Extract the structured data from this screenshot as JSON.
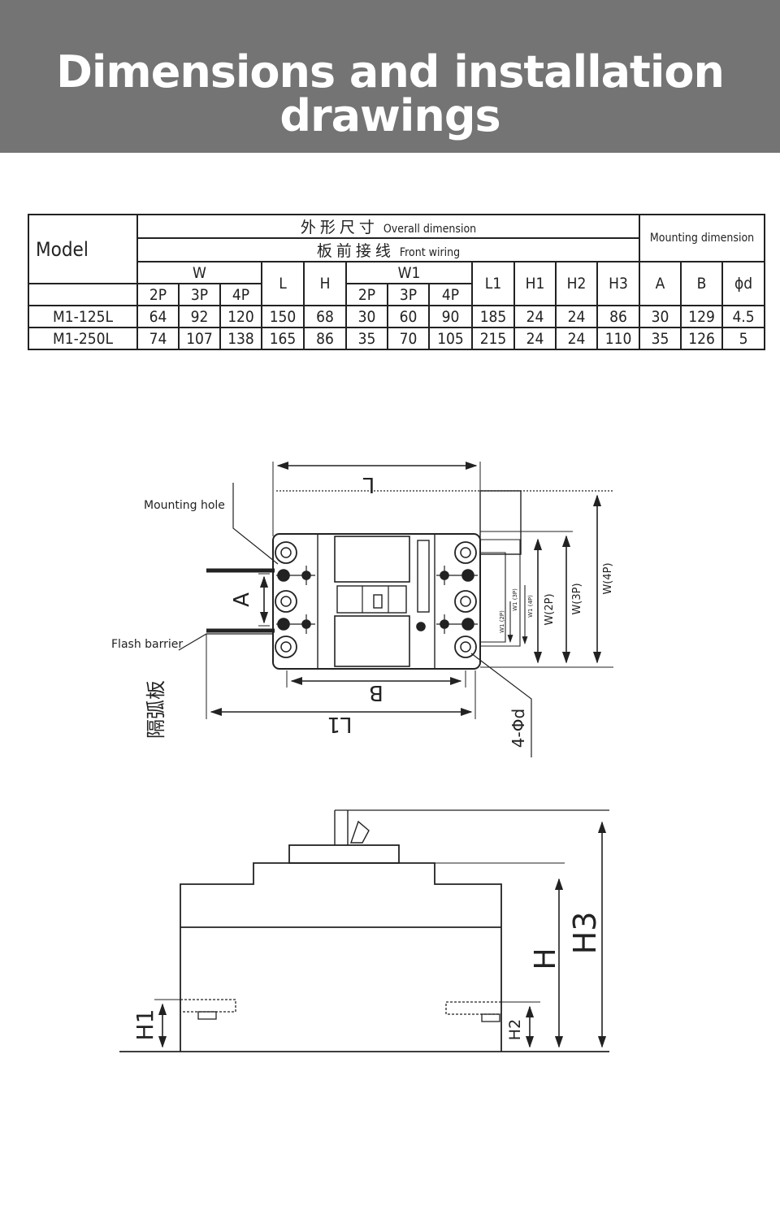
{
  "banner": {
    "title": "Dimensions and installation drawings"
  },
  "table": {
    "model_header": "Model",
    "overall_cn": "外形尺寸",
    "overall_en": "Overall dimension",
    "front_cn": "板前接线",
    "front_en": "Front wiring",
    "mounting": "Mounting dimension",
    "groups": {
      "w": "W",
      "w1": "W1"
    },
    "params": {
      "l": "L",
      "h": "H",
      "l1": "L1",
      "h1": "H1",
      "h2": "H2",
      "h3": "H3",
      "a": "A",
      "b": "B",
      "phid": "ϕd"
    },
    "poles": [
      "2P",
      "3P",
      "4P"
    ],
    "rows": [
      {
        "model": "M1-125L",
        "values": [
          "64",
          "92",
          "120",
          "150",
          "68",
          "30",
          "60",
          "90",
          "185",
          "24",
          "24",
          "86",
          "30",
          "129",
          "4.5"
        ]
      },
      {
        "model": "M1-250L",
        "values": [
          "74",
          "107",
          "138",
          "165",
          "86",
          "35",
          "70",
          "105",
          "215",
          "24",
          "24",
          "110",
          "35",
          "126",
          "5"
        ]
      }
    ]
  },
  "top_view": {
    "mounting_hole": "Mounting hole",
    "flash_barrier": "Flash barrier",
    "flash_barrier_cn": "隔弧板",
    "dim_l": "L",
    "dim_a": "A",
    "dim_b": "B",
    "dim_l1": "L1",
    "hole_label": "4-Φd",
    "w_2p": "W(2P)",
    "w_3p": "W(3P)",
    "w_4p": "W(4P)",
    "w1_2p": "W1 (2P)",
    "w1_3p": "W1 (3P)",
    "w1_4p": "W1 (4P)"
  },
  "side_view": {
    "dim_h": "H",
    "dim_h3": "H3",
    "dim_h1": "H1",
    "dim_h2": "H2"
  }
}
